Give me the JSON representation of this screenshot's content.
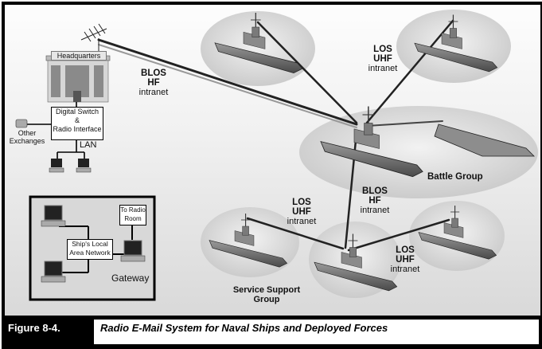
{
  "figure": {
    "number": "Figure 8-4.",
    "title": "Radio E-Mail System for Naval Ships and Deployed Forces"
  },
  "shore": {
    "headquarters_label": "Headquarters",
    "switch_label_line1": "Digital Switch",
    "switch_label_line2": "&",
    "switch_label_line3": "Radio Interface",
    "other_exchanges_line1": "Other",
    "other_exchanges_line2": "Exchanges",
    "lan_label": "LAN"
  },
  "ship_lan_inset": {
    "to_radio_line1": "To Radio",
    "to_radio_line2": "Room",
    "network_line1": "Ship's Local",
    "network_line2": "Area Network",
    "gateway_label": "Gateway"
  },
  "links": [
    {
      "id": "hq-to-hub",
      "line1": "BLOS",
      "line2": "HF",
      "line3": "intranet"
    },
    {
      "id": "top-ships",
      "line1": "LOS",
      "line2": "UHF",
      "line3": "intranet"
    },
    {
      "id": "hub-to-support",
      "line1": "BLOS",
      "line2": "HF",
      "line3": "intranet"
    },
    {
      "id": "support-left",
      "line1": "LOS",
      "line2": "UHF",
      "line3": "intranet"
    },
    {
      "id": "support-right",
      "line1": "LOS",
      "line2": "UHF",
      "line3": "intranet"
    }
  ],
  "groups": {
    "battle_group": "Battle Group",
    "service_support_line1": "Service Support",
    "service_support_line2": "Group"
  }
}
